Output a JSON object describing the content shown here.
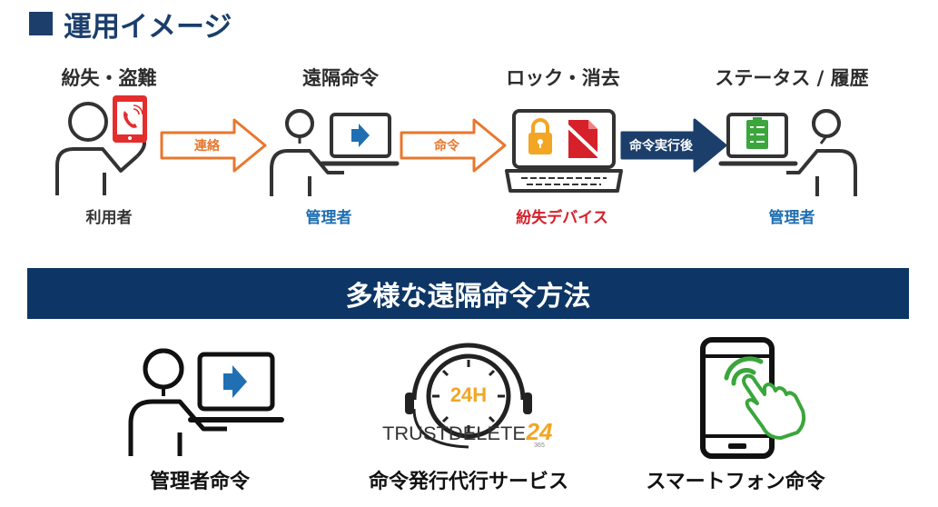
{
  "header": {
    "title": "運用イメージ"
  },
  "flow": {
    "steps": [
      {
        "title": "紛失・盗難",
        "actor": "利用者",
        "actor_color": "#333333"
      },
      {
        "title": "遠隔命令",
        "actor": "管理者",
        "actor_color": "#1f6fb2"
      },
      {
        "title": "ロック・消去",
        "actor": "紛失デバイス",
        "actor_color": "#d6202a"
      },
      {
        "title": "ステータス / 履歴",
        "actor": "管理者",
        "actor_color": "#1f6fb2"
      }
    ],
    "arrows": [
      {
        "label": "連絡",
        "color": "#e8772e"
      },
      {
        "label": "命令",
        "color": "#e8772e"
      },
      {
        "label": "命令実行後",
        "color": "#1b3e6b"
      }
    ]
  },
  "banner": {
    "title": "多様な遠隔命令方法"
  },
  "methods": [
    {
      "label": "管理者命令"
    },
    {
      "label": "命令発行代行サービス",
      "logo_text": "TRUSTDELETE",
      "logo_number": "24",
      "logo_sub": "365",
      "clock_text": "24H"
    },
    {
      "label": "スマートフォン命令"
    }
  ],
  "colors": {
    "navy": "#1b3e6b",
    "orange": "#e8772e",
    "red": "#d6202a",
    "blue": "#1f6fb2",
    "green": "#3aa63c",
    "yellow": "#f2a623"
  }
}
